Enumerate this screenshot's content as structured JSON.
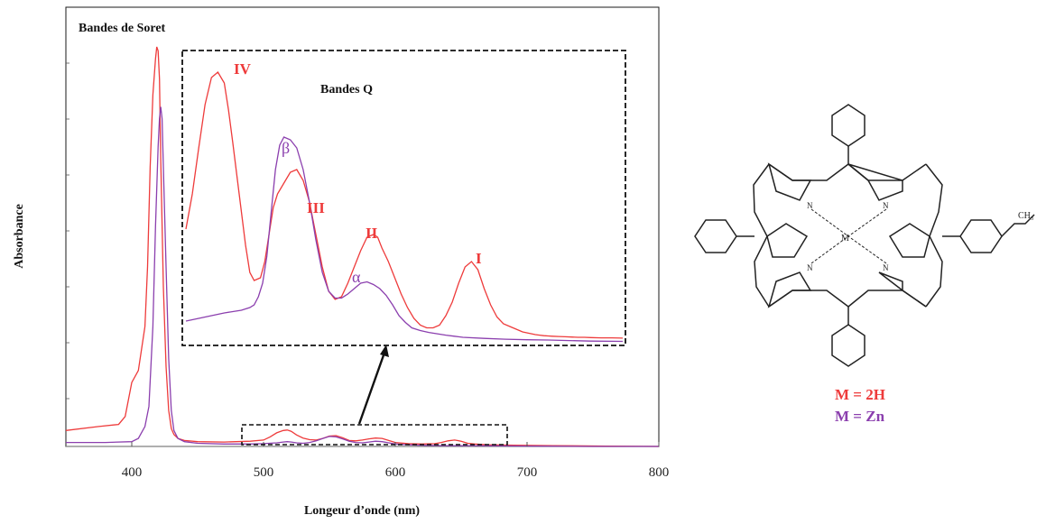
{
  "chart_data": {
    "type": "line",
    "title": "",
    "xlabel": "Longeur d’onde (nm)",
    "ylabel": "Absorbance",
    "xlim": [
      350,
      800
    ],
    "ylim": [
      0,
      1.0
    ],
    "xticks": [
      400,
      500,
      600,
      700,
      800
    ],
    "grid": false,
    "annotations": {
      "soret": "Bandes de Soret",
      "q_bands": "Bandes Q",
      "band_IV": "IV",
      "band_III": "III",
      "band_II": "II",
      "band_I": "I",
      "beta": "β",
      "alpha": "α"
    },
    "series": [
      {
        "name": "M = 2H",
        "color": "#ee3b3b",
        "x": [
          350,
          375,
          390,
          395,
          400,
          405,
          410,
          412,
          414,
          416,
          418,
          419,
          420,
          421,
          422,
          424,
          426,
          428,
          430,
          432,
          435,
          440,
          450,
          470,
          490,
          500,
          505,
          510,
          515,
          518,
          521,
          525,
          530,
          535,
          540,
          545,
          550,
          555,
          560,
          565,
          570,
          575,
          580,
          585,
          590,
          595,
          600,
          610,
          620,
          630,
          635,
          640,
          645,
          650,
          655,
          660,
          670,
          690,
          720,
          760,
          800
        ],
        "y": [
          0.04,
          0.05,
          0.055,
          0.075,
          0.16,
          0.19,
          0.3,
          0.45,
          0.7,
          0.88,
          0.97,
          1.0,
          0.99,
          0.92,
          0.72,
          0.4,
          0.2,
          0.09,
          0.045,
          0.03,
          0.02,
          0.015,
          0.012,
          0.011,
          0.013,
          0.016,
          0.024,
          0.034,
          0.04,
          0.041,
          0.038,
          0.029,
          0.021,
          0.017,
          0.016,
          0.02,
          0.026,
          0.027,
          0.022,
          0.015,
          0.014,
          0.016,
          0.019,
          0.021,
          0.02,
          0.015,
          0.01,
          0.007,
          0.006,
          0.007,
          0.01,
          0.014,
          0.016,
          0.013,
          0.008,
          0.006,
          0.004,
          0.003,
          0.002,
          0.001,
          0.0
        ]
      },
      {
        "name": "M = Zn",
        "color": "#8b3fae",
        "x": [
          350,
          380,
          400,
          405,
          410,
          413,
          416,
          418,
          420,
          421,
          422,
          423,
          424,
          426,
          428,
          430,
          432,
          435,
          440,
          450,
          470,
          490,
          500,
          510,
          515,
          518,
          521,
          525,
          530,
          535,
          540,
          545,
          550,
          555,
          560,
          565,
          570,
          575,
          580,
          585,
          590,
          595,
          600,
          610,
          620,
          640,
          660,
          700,
          750,
          800
        ],
        "y": [
          0.01,
          0.01,
          0.012,
          0.02,
          0.05,
          0.1,
          0.3,
          0.55,
          0.75,
          0.82,
          0.85,
          0.82,
          0.7,
          0.45,
          0.22,
          0.09,
          0.04,
          0.02,
          0.012,
          0.008,
          0.006,
          0.006,
          0.007,
          0.009,
          0.011,
          0.012,
          0.011,
          0.009,
          0.008,
          0.01,
          0.014,
          0.02,
          0.025,
          0.024,
          0.019,
          0.013,
          0.01,
          0.009,
          0.011,
          0.013,
          0.012,
          0.009,
          0.006,
          0.004,
          0.003,
          0.002,
          0.002,
          0.001,
          0.0,
          0.0
        ]
      }
    ]
  },
  "inset": {
    "x": [
      480,
      685
    ],
    "series": [
      {
        "name": "M = 2H",
        "x": [
          480,
          483,
          486,
          489,
          492,
          495,
          498,
          500,
          502,
          505,
          508,
          510,
          512,
          515,
          517,
          519,
          521,
          523,
          526,
          529,
          532,
          535,
          538,
          541,
          544,
          547,
          550,
          553,
          556,
          559,
          562,
          565,
          568,
          570,
          572,
          575,
          578,
          581,
          584,
          587,
          590,
          593,
          596,
          599,
          602,
          605,
          608,
          611,
          614,
          617,
          620,
          623,
          626,
          629,
          632,
          635,
          638,
          641,
          644,
          646,
          648,
          650,
          652,
          655,
          658,
          661,
          664,
          667,
          670,
          675,
          680,
          685
        ],
        "y": [
          0.42,
          0.55,
          0.72,
          0.88,
          0.98,
          1.0,
          0.96,
          0.86,
          0.74,
          0.55,
          0.36,
          0.26,
          0.23,
          0.24,
          0.3,
          0.4,
          0.5,
          0.55,
          0.59,
          0.63,
          0.64,
          0.6,
          0.52,
          0.4,
          0.28,
          0.19,
          0.16,
          0.17,
          0.22,
          0.28,
          0.34,
          0.39,
          0.4,
          0.39,
          0.35,
          0.3,
          0.24,
          0.18,
          0.13,
          0.09,
          0.065,
          0.055,
          0.055,
          0.065,
          0.1,
          0.15,
          0.22,
          0.28,
          0.3,
          0.27,
          0.2,
          0.14,
          0.095,
          0.07,
          0.06,
          0.05,
          0.04,
          0.035,
          0.03,
          0.028,
          0.026,
          0.025,
          0.024,
          0.023,
          0.022,
          0.021,
          0.02,
          0.02,
          0.019,
          0.018,
          0.018,
          0.017
        ]
      },
      {
        "name": "M = Zn",
        "x": [
          480,
          486,
          492,
          498,
          502,
          506,
          510,
          512,
          514,
          516,
          518,
          520,
          522,
          524,
          526,
          529,
          532,
          535,
          538,
          541,
          544,
          547,
          550,
          553,
          556,
          559,
          562,
          565,
          568,
          571,
          574,
          577,
          580,
          583,
          586,
          590,
          594,
          598,
          602,
          606,
          610,
          620,
          630,
          640,
          650,
          660,
          670,
          685
        ],
        "y": [
          0.08,
          0.09,
          0.1,
          0.11,
          0.115,
          0.12,
          0.13,
          0.14,
          0.17,
          0.22,
          0.32,
          0.48,
          0.64,
          0.73,
          0.76,
          0.75,
          0.72,
          0.64,
          0.52,
          0.38,
          0.26,
          0.19,
          0.165,
          0.165,
          0.18,
          0.2,
          0.22,
          0.225,
          0.215,
          0.2,
          0.175,
          0.14,
          0.1,
          0.075,
          0.055,
          0.045,
          0.038,
          0.033,
          0.028,
          0.024,
          0.02,
          0.016,
          0.013,
          0.011,
          0.01,
          0.008,
          0.006,
          0.005
        ]
      }
    ]
  },
  "legend": {
    "items": [
      {
        "label": "M = 2H",
        "color": "#ee3b3b"
      },
      {
        "label": "M = Zn",
        "color": "#8b3fae"
      }
    ]
  },
  "molecule": {
    "n_atom": "N",
    "center_atom": "M",
    "substituent": "CH₃"
  },
  "colors": {
    "axis": "#7f7f7f",
    "frame": "#1a1a1a",
    "h2": "#ee3b3b",
    "zn": "#8b3fae",
    "molecule": "#222222"
  }
}
